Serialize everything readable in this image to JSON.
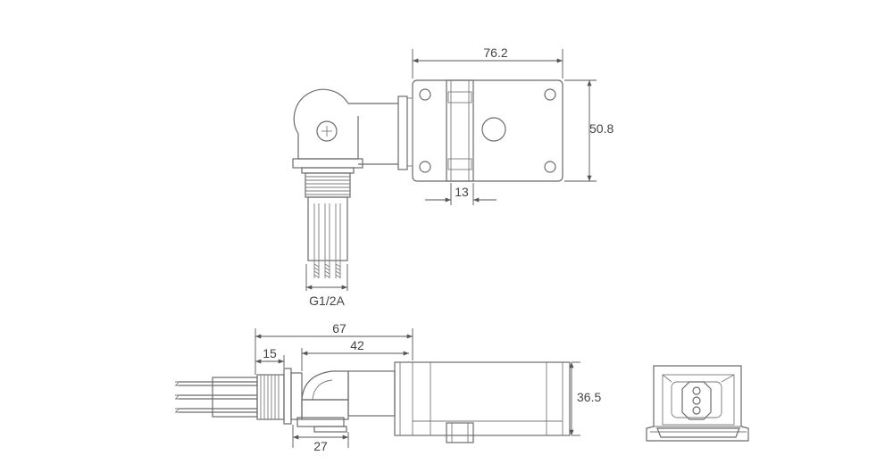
{
  "dimensions": {
    "top_width": "76.2",
    "top_height": "50.8",
    "top_slot": "13",
    "thread": "G1/2A",
    "side_total": "67",
    "side_body": "42",
    "side_thread": "15",
    "side_height": "36.5",
    "side_elbow": "27"
  },
  "colors": {
    "line": "#6b6b6b",
    "text": "#444444"
  }
}
